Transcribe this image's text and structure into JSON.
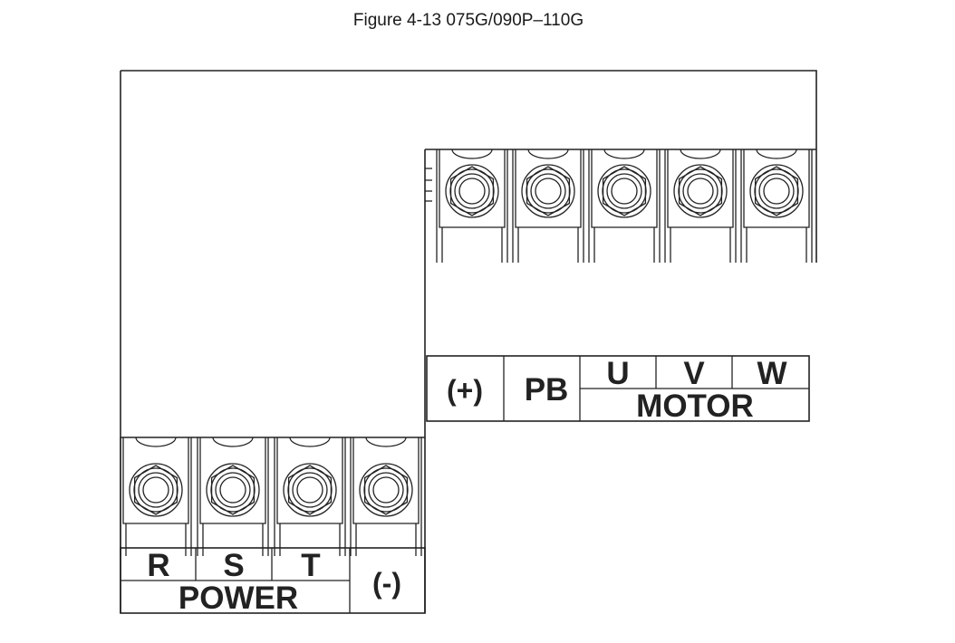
{
  "title": "Figure 4-13 075G/090P–110G",
  "power_block": {
    "terminals": [
      "R",
      "S",
      "T"
    ],
    "group_label": "POWER",
    "minus_label": "(-)"
  },
  "motor_block": {
    "plus_label": "(+)",
    "pb_label": "PB",
    "terminals": [
      "U",
      "V",
      "W"
    ],
    "group_label": "MOTOR"
  }
}
